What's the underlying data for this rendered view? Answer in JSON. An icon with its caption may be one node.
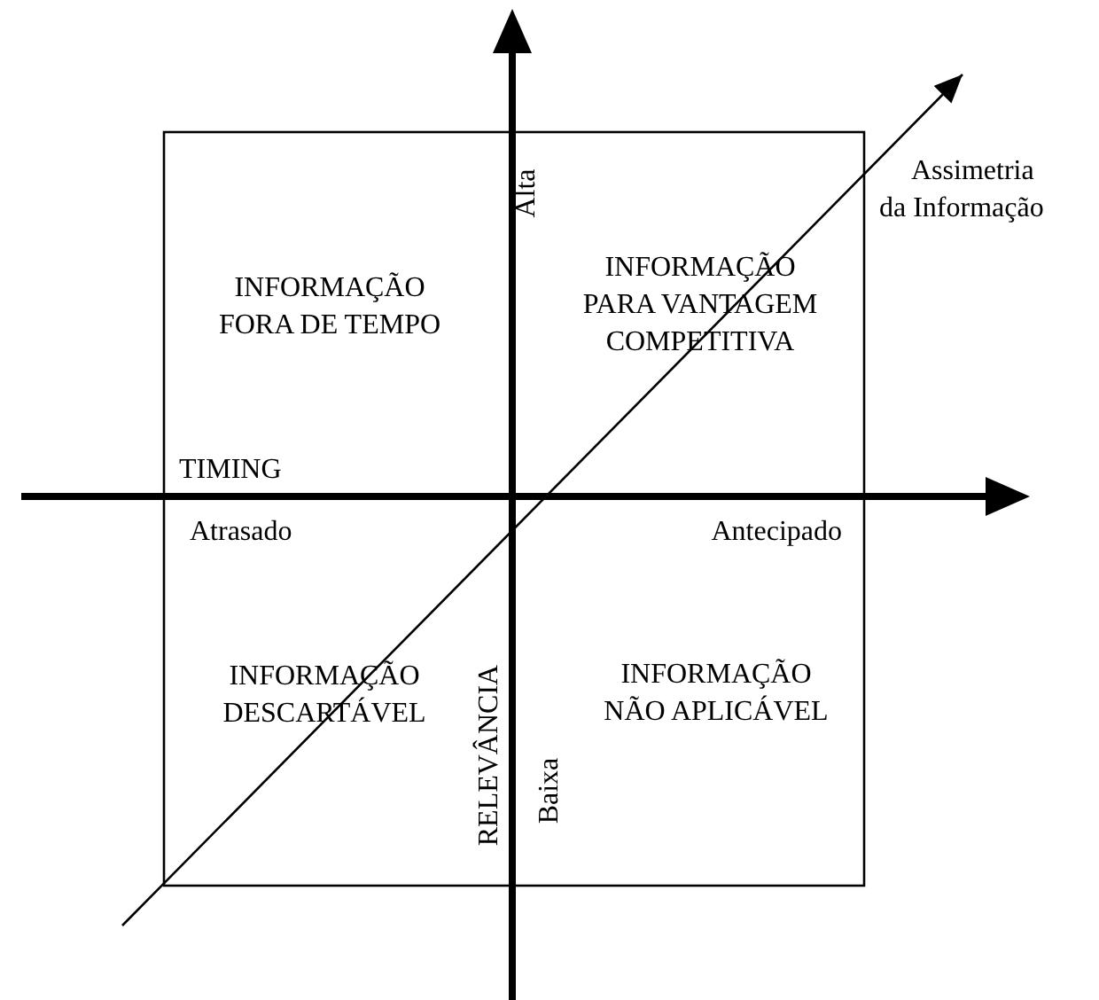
{
  "diagram": {
    "labels": [
      "Alta",
      "Assimetria da Informação",
      "INFORMAÇÃO FORA DE TEMPO",
      "INFORMAÇÃO PARA VANTAGEM COMPETITIVA",
      "TIMING",
      "Atrasado",
      "Antecipado",
      "INFORMAÇÃO DESCARTÁVEL",
      "RELEVÂNCIA",
      "INFORMAÇÃO NÃO APLICÁVEL",
      "Baixa"
    ]
  }
}
